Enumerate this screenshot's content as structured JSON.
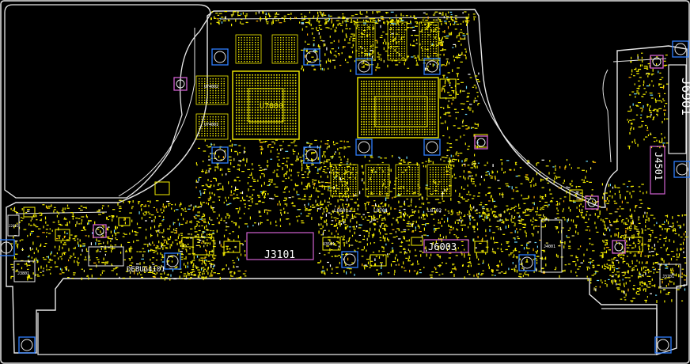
{
  "view": {
    "title": "",
    "colors": {
      "background": "#000000",
      "outline": "#e8e8e8",
      "component": "#f5ee00",
      "pad": "#e6e05a",
      "hole_outline": "#2f7fff",
      "magenta": "#d060d0",
      "silk": "#ffffff"
    }
  },
  "labels": {
    "j6901": "J6901",
    "j4501": "J4501",
    "j3101": "J3101",
    "j6003": "J6003",
    "debug": "DEBUG4101",
    "u74002": "U74002",
    "u74001": "U74001",
    "u7000": "U7000",
    "j3801": "J3801",
    "j3701": "J3701",
    "j4001": "J4001",
    "u3501": "U3501",
    "l8601": "L8601",
    "l8701": "L8701",
    "l8702": "L8702",
    "j2601": "J2601"
  }
}
